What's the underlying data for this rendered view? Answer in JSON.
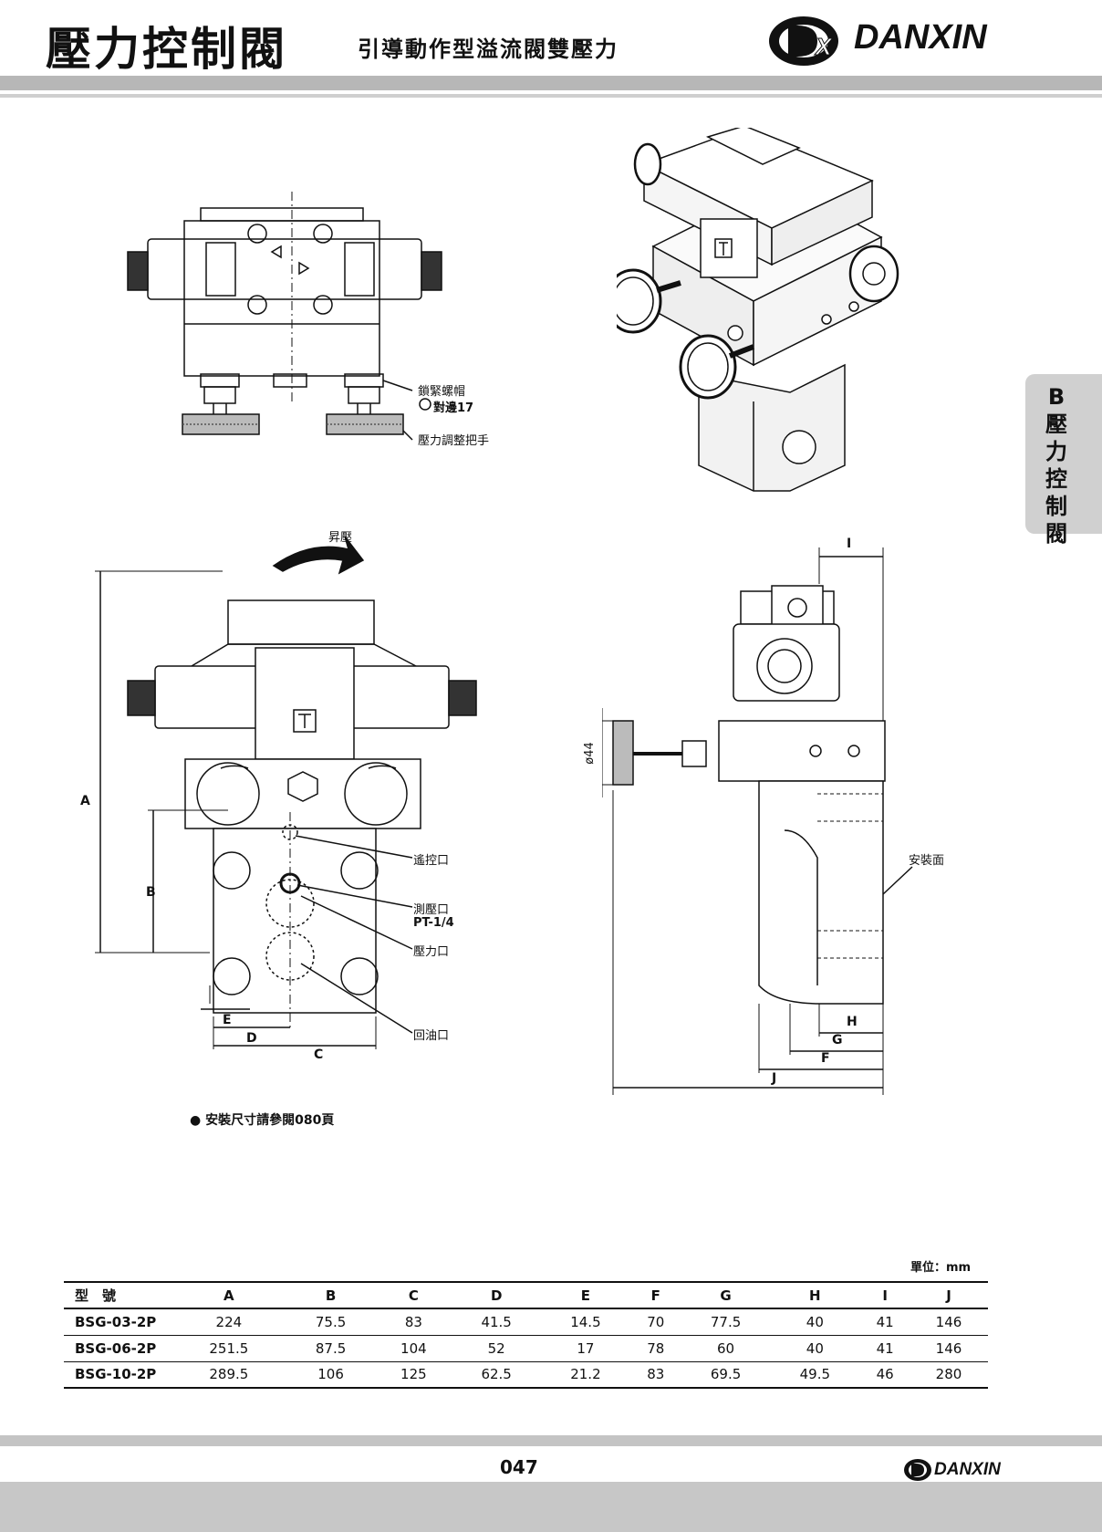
{
  "header": {
    "title": "壓力控制閥",
    "subtitle": "引導動作型溢流閥雙壓力",
    "brand": "DANXIN",
    "logo_mark": "DX"
  },
  "side_tab": {
    "label": "B\n壓\n力\n控\n制\n閥"
  },
  "top_view": {
    "lock_nut": "鎖緊螺帽",
    "across_flats": "對邊17",
    "adjust_handle": "壓力調整把手",
    "symbol_t": "T"
  },
  "front_view": {
    "raise_pressure": "昇壓",
    "remote_port": "遙控口",
    "gauge_port": "測壓口",
    "gauge_thread": "PT-1/4",
    "pressure_port": "壓力口",
    "return_port": "回油口",
    "symbol_t": "T",
    "dim_a": "A",
    "dim_b": "B",
    "dim_c": "C",
    "dim_d": "D",
    "dim_e": "E"
  },
  "side_view": {
    "dim_i": "I",
    "dim_h": "H",
    "dim_g": "G",
    "dim_f": "F",
    "dim_j": "J",
    "diameter": "ø44",
    "mounting_face": "安裝面"
  },
  "note": "● 安裝尺寸請參閱080頁",
  "table": {
    "unit": "單位：mm",
    "headers": [
      "型　號",
      "A",
      "B",
      "C",
      "D",
      "E",
      "F",
      "G",
      "H",
      "I",
      "J"
    ],
    "rows": [
      [
        "BSG-03-2P",
        "224",
        "75.5",
        "83",
        "41.5",
        "14.5",
        "70",
        "77.5",
        "40",
        "41",
        "146"
      ],
      [
        "BSG-06-2P",
        "251.5",
        "87.5",
        "104",
        "52",
        "17",
        "78",
        "60",
        "40",
        "41",
        "146"
      ],
      [
        "BSG-10-2P",
        "289.5",
        "106",
        "125",
        "62.5",
        "21.2",
        "83",
        "69.5",
        "49.5",
        "46",
        "280"
      ]
    ]
  },
  "footer": {
    "page": "047",
    "brand": "DANXIN",
    "logo_mark": "DX"
  }
}
